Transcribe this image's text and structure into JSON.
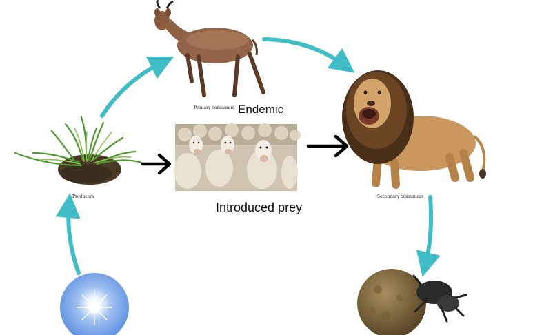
{
  "labels": {
    "primary": "Primary consumers",
    "endemic": "Endemic",
    "producers": "Producers",
    "introduced": "Introduced prey",
    "secondary": "Secondary consumers"
  },
  "colors": {
    "cycle_arrow": "#3fbcc6",
    "flow_arrow": "#000000",
    "sun": "#6f9be6"
  },
  "icons": [
    "grass-icon",
    "antelope-icon",
    "lion-icon",
    "sheep-flock-icon",
    "dung-beetle-icon",
    "sun-icon"
  ]
}
